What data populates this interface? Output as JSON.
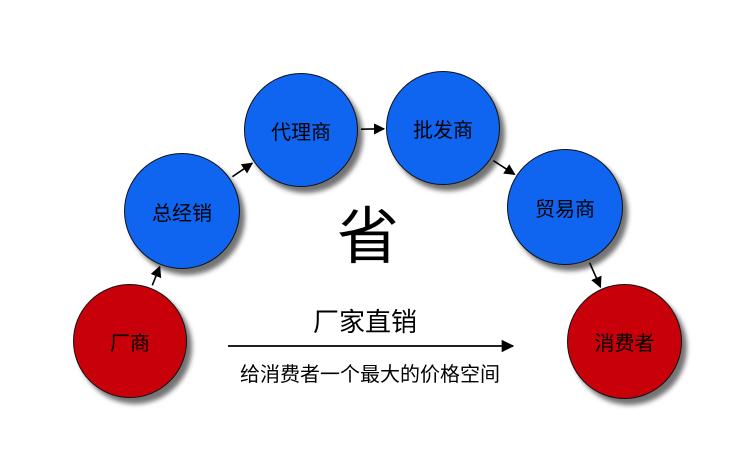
{
  "colors": {
    "origin_fill": "#c8000a",
    "intermediary_fill": "#0f64f0",
    "endpoint_fill": "#c8000a",
    "arrow": "#000000"
  },
  "nodes": [
    {
      "id": "manufacturer",
      "label": "厂商",
      "role": "origin"
    },
    {
      "id": "general-distributor",
      "label": "总经销",
      "role": "intermediary"
    },
    {
      "id": "agent",
      "label": "代理商",
      "role": "intermediary"
    },
    {
      "id": "wholesaler",
      "label": "批发商",
      "role": "intermediary"
    },
    {
      "id": "trader",
      "label": "贸易商",
      "role": "intermediary"
    },
    {
      "id": "consumer",
      "label": "消费者",
      "role": "endpoint"
    }
  ],
  "edges": [
    {
      "from": "manufacturer",
      "to": "general-distributor"
    },
    {
      "from": "general-distributor",
      "to": "agent"
    },
    {
      "from": "agent",
      "to": "wholesaler"
    },
    {
      "from": "wholesaler",
      "to": "trader"
    },
    {
      "from": "trader",
      "to": "consumer"
    }
  ],
  "center_char": "省",
  "direct_sale": {
    "title": "厂家直销",
    "subtitle": "给消费者一个最大的价格空间"
  }
}
